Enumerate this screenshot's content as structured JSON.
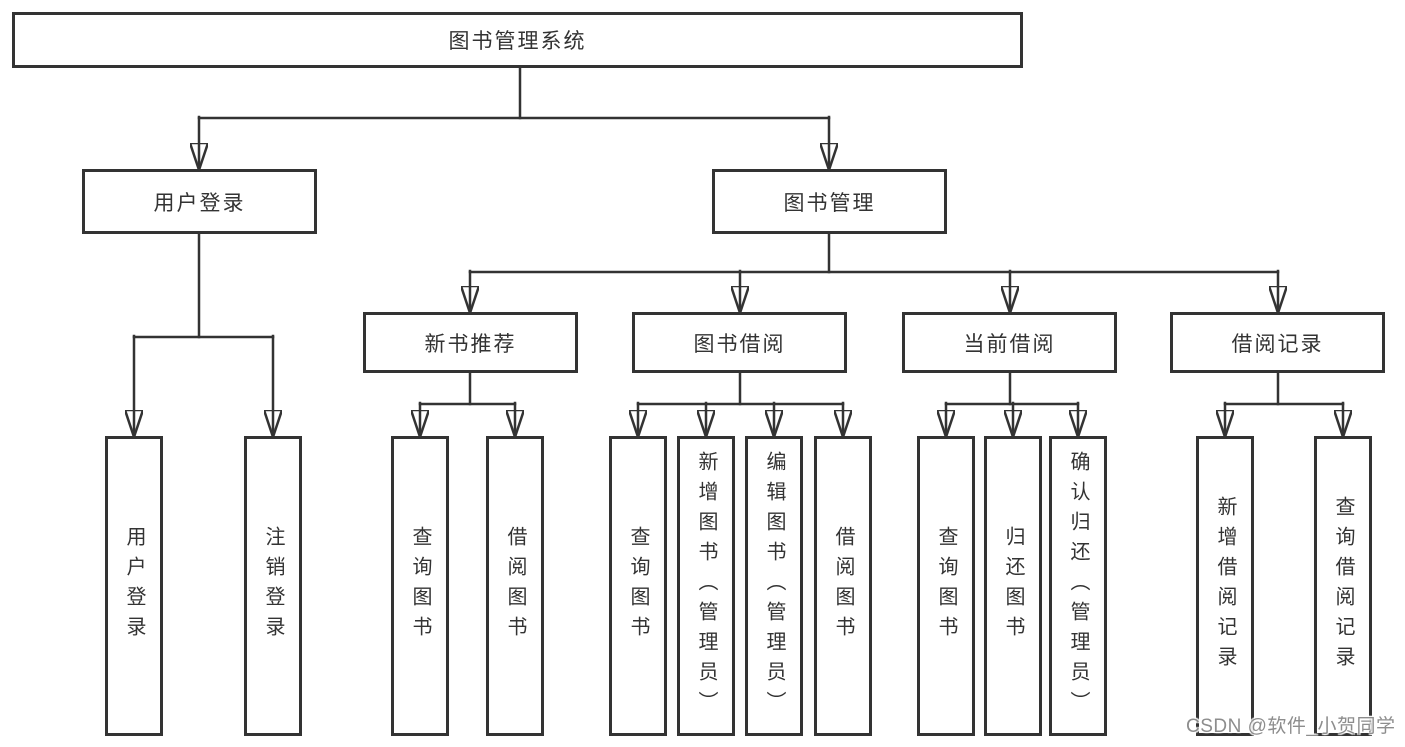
{
  "diagram": {
    "root": {
      "label": "图书管理系统"
    },
    "branches": [
      {
        "label": "用户登录",
        "children": [
          {
            "label": "用户登录"
          },
          {
            "label": "注销登录"
          }
        ]
      },
      {
        "label": "图书管理",
        "children": [
          {
            "label": "新书推荐",
            "children": [
              {
                "label": "查询图书"
              },
              {
                "label": "借阅图书"
              }
            ]
          },
          {
            "label": "图书借阅",
            "children": [
              {
                "label": "查询图书"
              },
              {
                "label": "新增图书（管理员）"
              },
              {
                "label": "编辑图书（管理员）"
              },
              {
                "label": "借阅图书"
              }
            ]
          },
          {
            "label": "当前借阅",
            "children": [
              {
                "label": "查询图书"
              },
              {
                "label": "归还图书"
              },
              {
                "label": "确认归还（管理员）"
              }
            ]
          },
          {
            "label": "借阅记录",
            "children": [
              {
                "label": "新增借阅记录"
              },
              {
                "label": "查询借阅记录"
              }
            ]
          }
        ]
      }
    ]
  },
  "watermark": {
    "text": "CSDN @软件_小贺同学"
  },
  "colors": {
    "line": "#333333",
    "box_border": "#333333",
    "box_fill": "#ffffff",
    "background": "#ffffff",
    "text": "#333333",
    "watermark": "#8d8d8d"
  }
}
